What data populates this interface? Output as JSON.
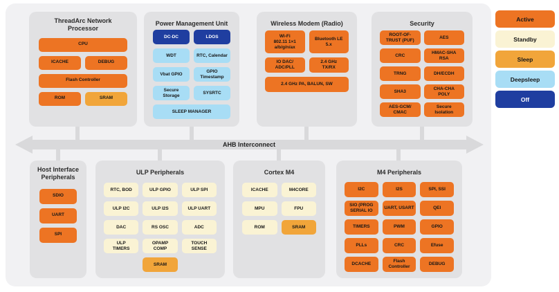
{
  "colors": {
    "active": "#ED7423",
    "standby": "#FAF3D4",
    "sleep": "#F1A53A",
    "deepsleep": "#A8DDF5",
    "off": "#1F3EA0",
    "section_bg": "#E1E1E3",
    "panel_bg": "#F1F1F3",
    "bus_gray": "#D9D9DB"
  },
  "bus": {
    "label": "AHB Interconnect"
  },
  "legend": {
    "items": [
      {
        "label": "Active",
        "state": "active"
      },
      {
        "label": "Standby",
        "state": "standby"
      },
      {
        "label": "Sleep",
        "state": "sleep"
      },
      {
        "label": "Deepsleep",
        "state": "deepsleep"
      },
      {
        "label": "Off",
        "state": "off"
      }
    ]
  },
  "sections": {
    "threadarc": {
      "title": "ThreadArc Network\nProcessor",
      "blocks": [
        {
          "label": "CPU",
          "state": "active",
          "wide": true
        },
        {
          "label": "ICACHE",
          "state": "active"
        },
        {
          "label": "DEBUG",
          "state": "active"
        },
        {
          "label": "Flash Controller",
          "state": "active",
          "wide": true
        },
        {
          "label": "ROM",
          "state": "active"
        },
        {
          "label": "SRAM",
          "state": "sleep"
        }
      ]
    },
    "pmu": {
      "title": "Power Management Unit",
      "blocks": [
        {
          "label": "DC-DC",
          "state": "off"
        },
        {
          "label": "LDOS",
          "state": "off"
        },
        {
          "label": "WDT",
          "state": "deepsleep"
        },
        {
          "label": "RTC, Calendar",
          "state": "deepsleep"
        },
        {
          "label": "Vbat GPIO",
          "state": "deepsleep"
        },
        {
          "label": "GPIO\nTimestamp",
          "state": "deepsleep"
        },
        {
          "label": "Secure\nStorage",
          "state": "deepsleep"
        },
        {
          "label": "SYSRTC",
          "state": "deepsleep"
        },
        {
          "label": "SLEEP MANAGER",
          "state": "deepsleep",
          "wide": true
        }
      ]
    },
    "wireless": {
      "title": "Wireless Modem (Radio)",
      "blocks": [
        {
          "label": "Wi-Fi\n802.11 1×1\na/b/g/n/ax",
          "state": "active",
          "tall": true
        },
        {
          "label": "Bluetooth LE\n5.x",
          "state": "active",
          "tall": true
        },
        {
          "label": "IO DAC/\nADC/PLL",
          "state": "active"
        },
        {
          "label": "2.4 GHz\nTX/RX",
          "state": "active"
        },
        {
          "label": "2.4 GHz PA, BALUN, SW",
          "state": "active",
          "wide": true
        }
      ]
    },
    "security": {
      "title": "Security",
      "blocks": [
        {
          "label": "ROOT-OF-\nTRUST (PUF)",
          "state": "active"
        },
        {
          "label": "AES",
          "state": "active"
        },
        {
          "label": "CRC",
          "state": "active"
        },
        {
          "label": "HMAC-SHA\nRSA",
          "state": "active"
        },
        {
          "label": "TRNG",
          "state": "active"
        },
        {
          "label": "DH/ECDH",
          "state": "active"
        },
        {
          "label": "SHA3",
          "state": "active"
        },
        {
          "label": "CHA-CHA\nPOLY",
          "state": "active"
        },
        {
          "label": "AES-GCM/\nCMAC",
          "state": "active"
        },
        {
          "label": "Secure\nIsolation",
          "state": "active"
        }
      ]
    },
    "host": {
      "title": "Host Interface\nPeripherals",
      "blocks": [
        {
          "label": "SDIO",
          "state": "active"
        },
        {
          "label": "UART",
          "state": "active"
        },
        {
          "label": "SPI",
          "state": "active"
        }
      ]
    },
    "ulp": {
      "title": "ULP Peripherals",
      "blocks": [
        {
          "label": "RTC, BOD",
          "state": "standby"
        },
        {
          "label": "ULP GPIO",
          "state": "standby"
        },
        {
          "label": "ULP SPI",
          "state": "standby"
        },
        {
          "label": "ULP I2C",
          "state": "standby"
        },
        {
          "label": "ULP I2S",
          "state": "standby"
        },
        {
          "label": "ULP UART",
          "state": "standby"
        },
        {
          "label": "DAC",
          "state": "standby"
        },
        {
          "label": "RS OSC",
          "state": "standby"
        },
        {
          "label": "ADC",
          "state": "standby"
        },
        {
          "label": "ULP\nTIMERS",
          "state": "standby"
        },
        {
          "label": "OPAMP\nCOMP",
          "state": "standby"
        },
        {
          "label": "TOUCH\nSENSE",
          "state": "standby"
        },
        {
          "label": "SRAM",
          "state": "sleep",
          "center": true
        }
      ]
    },
    "cortex": {
      "title": "Cortex M4",
      "blocks": [
        {
          "label": "ICACHE",
          "state": "standby"
        },
        {
          "label": "M4CORE",
          "state": "standby"
        },
        {
          "label": "MPU",
          "state": "standby"
        },
        {
          "label": "FPU",
          "state": "standby"
        },
        {
          "label": "ROM",
          "state": "standby"
        },
        {
          "label": "SRAM",
          "state": "sleep"
        }
      ]
    },
    "m4p": {
      "title": "M4 Peripherals",
      "blocks": [
        {
          "label": "I2C",
          "state": "active"
        },
        {
          "label": "I2S",
          "state": "active"
        },
        {
          "label": "SPI, SSI",
          "state": "active"
        },
        {
          "label": "SIO (PROG\nSERIAL IO",
          "state": "active"
        },
        {
          "label": "UART, USART",
          "state": "active"
        },
        {
          "label": "QEI",
          "state": "active"
        },
        {
          "label": "TIMERS",
          "state": "active"
        },
        {
          "label": "PWM",
          "state": "active"
        },
        {
          "label": "GPIO",
          "state": "active"
        },
        {
          "label": "PLLs",
          "state": "active"
        },
        {
          "label": "CRC",
          "state": "active"
        },
        {
          "label": "Efuse",
          "state": "active"
        },
        {
          "label": "DCACHE",
          "state": "active"
        },
        {
          "label": "Flash\nController",
          "state": "active"
        },
        {
          "label": "DEBUG",
          "state": "active"
        }
      ]
    }
  }
}
